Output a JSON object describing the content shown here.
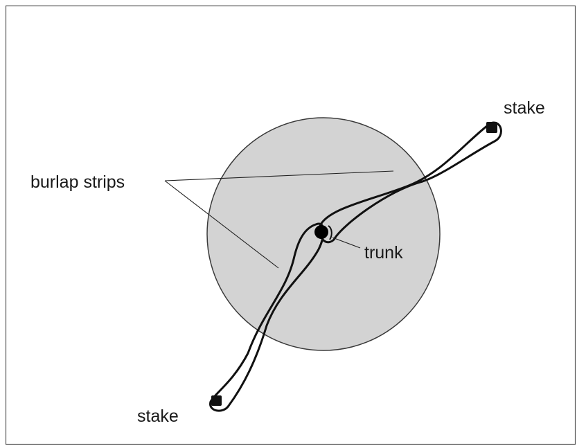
{
  "labels": {
    "burlap_strips": "burlap strips",
    "trunk": "trunk",
    "stake_top": "stake",
    "stake_bottom": "stake"
  },
  "colors": {
    "ground_circle_fill": "#d3d3d3",
    "ground_circle_stroke": "#3a3a3a",
    "strip_stroke": "#111111",
    "trunk_fill": "#000000",
    "stake_fill": "#111111",
    "border": "#555555",
    "text": "#1a1a1a"
  }
}
